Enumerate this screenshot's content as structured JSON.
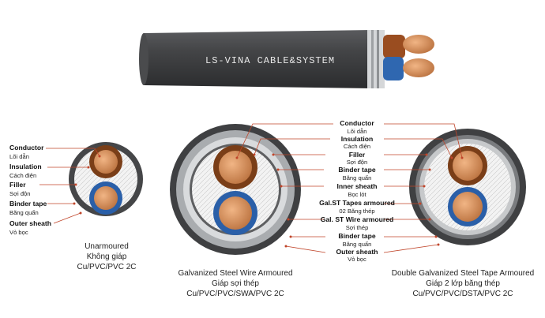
{
  "brand": {
    "print": "LS-VINA CABLE&SYSTEM"
  },
  "colors": {
    "sheath": "#3f4042",
    "copper": "#c98652",
    "insulation_brown": "#7a3e18",
    "insulation_blue": "#2a5fa8",
    "armour": "#b9bcbf",
    "leader_line": "#c0452a"
  },
  "cable1": {
    "labels": [
      {
        "en": "Conductor",
        "vn": "Lõi dẫn"
      },
      {
        "en": "Insulation",
        "vn": "Cách điện"
      },
      {
        "en": "Filler",
        "vn": "Sợi độn"
      },
      {
        "en": "Binder tape",
        "vn": "Băng quấn"
      },
      {
        "en": "Outer sheath",
        "vn": "Vỏ bọc"
      }
    ],
    "caption": [
      "Unarmoured",
      "Không giáp",
      "Cu/PVC/PVC 2C"
    ]
  },
  "cable2": {
    "labels": [
      {
        "en": "Conductor",
        "vn": "Lõi dẫn"
      },
      {
        "en": "Insulation",
        "vn": "Cách điện"
      },
      {
        "en": "Filler",
        "vn": "Sợi độn"
      },
      {
        "en": "Binder tape",
        "vn": "Băng quấn"
      },
      {
        "en": "Inner sheath",
        "vn": "Bọc lót"
      },
      {
        "en": "Gal. ST Wire armoured",
        "vn": "Sợi thép"
      },
      {
        "en": "Binder tape",
        "vn": "Băng quấn"
      },
      {
        "en": "Outer sheath",
        "vn": "Vỏ bọc"
      }
    ],
    "caption": [
      "Galvanized Steel Wire Armoured",
      "Giáp sợi thép",
      "Cu/PVC/PVC/SWA/PVC 2C"
    ]
  },
  "cable3": {
    "labels": [
      {
        "en": "Gal.ST Tapes armoured",
        "vn": "02 Băng thép"
      }
    ],
    "caption": [
      "Double Galvanized Steel Tape Armoured",
      "Giáp 2 lớp băng thép",
      "Cu/PVC/PVC/DSTA/PVC 2C"
    ]
  }
}
